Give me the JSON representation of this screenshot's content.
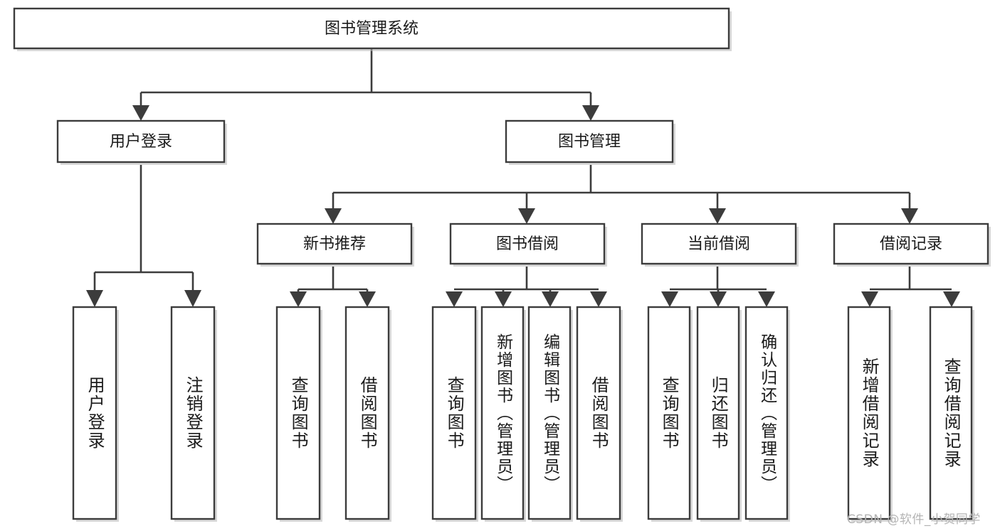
{
  "diagram": {
    "type": "tree-hierarchy-chart",
    "title": "图书管理系统",
    "orientation": "top-down",
    "background_color": "#ffffff",
    "box_border_color": "#3c3c3c",
    "box_fill_color": "#ffffff",
    "connector_color": "#3c3c3c",
    "levels": [
      {
        "level": 1,
        "nodes": [
          {
            "id": "root",
            "label": "图书管理系统",
            "text_orientation": "horizontal"
          }
        ]
      },
      {
        "level": 2,
        "nodes": [
          {
            "id": "login",
            "label": "用户登录",
            "parent": "root",
            "text_orientation": "horizontal"
          },
          {
            "id": "bookmgmt",
            "label": "图书管理",
            "parent": "root",
            "text_orientation": "horizontal"
          }
        ]
      },
      {
        "level": 3,
        "nodes": [
          {
            "id": "newbook",
            "label": "新书推荐",
            "parent": "bookmgmt",
            "text_orientation": "horizontal"
          },
          {
            "id": "borrow",
            "label": "图书借阅",
            "parent": "bookmgmt",
            "text_orientation": "horizontal"
          },
          {
            "id": "current",
            "label": "当前借阅",
            "parent": "bookmgmt",
            "text_orientation": "horizontal"
          },
          {
            "id": "records",
            "label": "借阅记录",
            "parent": "bookmgmt",
            "text_orientation": "horizontal"
          }
        ]
      },
      {
        "level": 4,
        "nodes": [
          {
            "id": "leaf-1",
            "label": "用户登录",
            "parent": "login",
            "text_orientation": "vertical"
          },
          {
            "id": "leaf-2",
            "label": "注销登录",
            "parent": "login",
            "text_orientation": "vertical"
          },
          {
            "id": "leaf-3",
            "label": "查询图书",
            "parent": "newbook",
            "text_orientation": "vertical"
          },
          {
            "id": "leaf-4",
            "label": "借阅图书",
            "parent": "newbook",
            "text_orientation": "vertical"
          },
          {
            "id": "leaf-5",
            "label": "查询图书",
            "parent": "borrow",
            "text_orientation": "vertical"
          },
          {
            "id": "leaf-6",
            "label": "新增图书（管理员）",
            "parent": "borrow",
            "text_orientation": "vertical"
          },
          {
            "id": "leaf-7",
            "label": "编辑图书（管理员）",
            "parent": "borrow",
            "text_orientation": "vertical"
          },
          {
            "id": "leaf-8",
            "label": "借阅图书",
            "parent": "borrow",
            "text_orientation": "vertical"
          },
          {
            "id": "leaf-9",
            "label": "查询图书",
            "parent": "current",
            "text_orientation": "vertical"
          },
          {
            "id": "leaf-10",
            "label": "归还图书",
            "parent": "current",
            "text_orientation": "vertical"
          },
          {
            "id": "leaf-11",
            "label": "确认归还（管理员）",
            "parent": "current",
            "text_orientation": "vertical"
          },
          {
            "id": "leaf-12",
            "label": "新增借阅记录",
            "parent": "records",
            "text_orientation": "vertical"
          },
          {
            "id": "leaf-13",
            "label": "查询借阅记录",
            "parent": "records",
            "text_orientation": "vertical"
          }
        ]
      }
    ]
  },
  "watermark": {
    "text": "CSDN @软件_小贺同学",
    "color": "#b4b4b4"
  }
}
